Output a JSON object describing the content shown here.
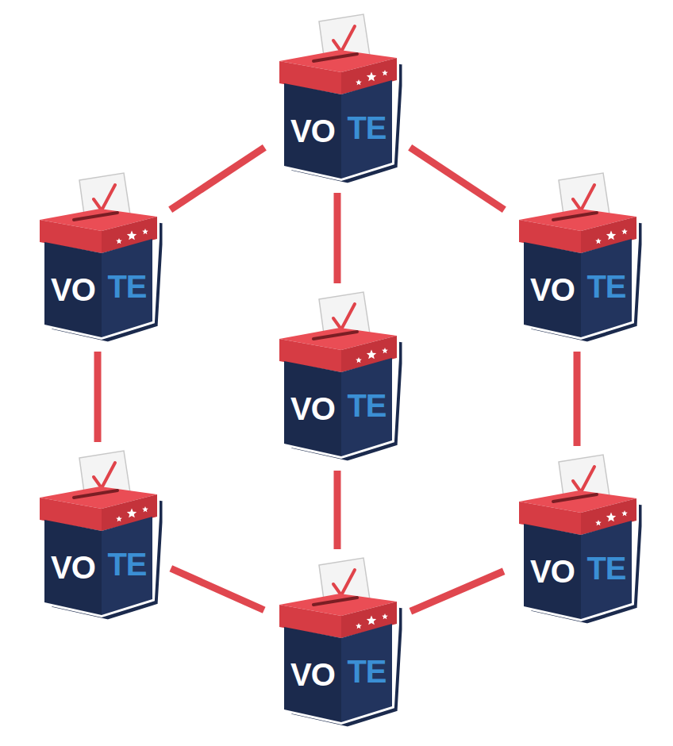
{
  "diagram": {
    "nodes": [
      {
        "text": [
          "VO",
          "TE"
        ]
      },
      {
        "text": [
          "VO",
          "TE"
        ]
      },
      {
        "text": [
          "VO",
          "TE"
        ]
      },
      {
        "text": [
          "VO",
          "TE"
        ]
      },
      {
        "text": [
          "VO",
          "TE"
        ]
      },
      {
        "text": [
          "VO",
          "TE"
        ]
      },
      {
        "text": [
          "VO",
          "TE"
        ]
      }
    ],
    "edges": [
      {
        "from": 0,
        "to": 1,
        "arrow": "none"
      },
      {
        "from": 0,
        "to": 2,
        "arrow": "none"
      },
      {
        "from": 0,
        "to": 3,
        "arrow": "none"
      },
      {
        "from": 1,
        "to": 4,
        "arrow": "none"
      },
      {
        "from": 2,
        "to": 5,
        "arrow": "none"
      },
      {
        "from": 3,
        "to": 6,
        "arrow": "none"
      },
      {
        "from": 4,
        "to": 6,
        "arrow": "none"
      },
      {
        "from": 5,
        "to": 6,
        "arrow": "none"
      }
    ]
  }
}
